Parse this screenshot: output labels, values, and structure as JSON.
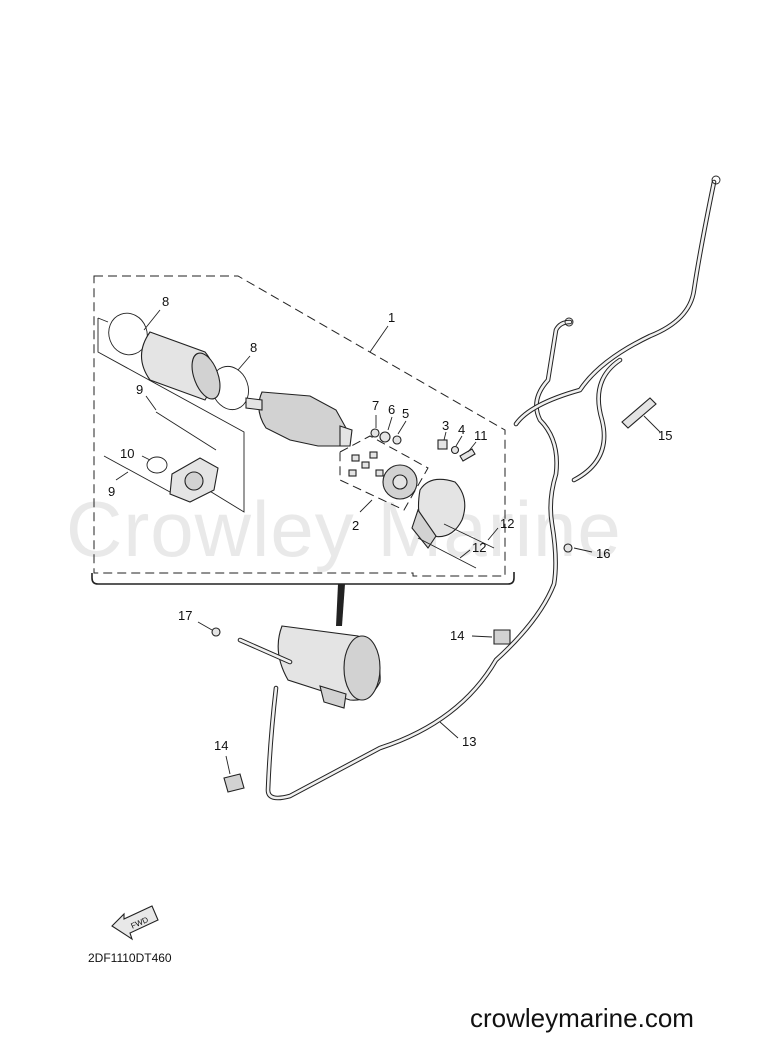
{
  "diagram": {
    "watermark": "Crowley Marine",
    "drawing_code": "2DF1110DT460",
    "website": "crowleymarine.com",
    "fwd_label": "FWD",
    "callouts": {
      "c1": "1",
      "c2": "2",
      "c3": "3",
      "c4": "4",
      "c5": "5",
      "c6": "6",
      "c7": "7",
      "c8a": "8",
      "c8b": "8",
      "c9a": "9",
      "c9b": "9",
      "c10": "10",
      "c11": "11",
      "c12a": "12",
      "c12b": "12",
      "c13": "13",
      "c14a": "14",
      "c14b": "14",
      "c15": "15",
      "c16": "16",
      "c17": "17"
    }
  }
}
